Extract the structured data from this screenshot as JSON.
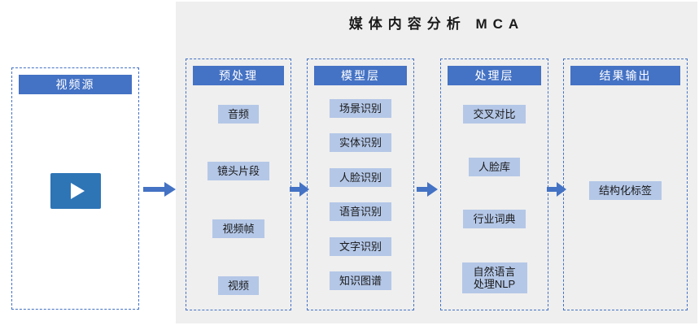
{
  "title": "媒体内容分析 MCA",
  "columns": [
    {
      "header": "视频源",
      "items": []
    },
    {
      "header": "预处理",
      "items": [
        "音频",
        "镜头片段",
        "视频帧",
        "视频"
      ]
    },
    {
      "header": "模型层",
      "items": [
        "场景识别",
        "实体识别",
        "人脸识别",
        "语音识别",
        "文字识别",
        "知识图谱"
      ]
    },
    {
      "header": "处理层",
      "items": [
        "交叉对比",
        "人脸库",
        "行业词典",
        "自然语言处理NLP"
      ]
    },
    {
      "header": "结果输出",
      "items": [
        "结构化标签"
      ]
    }
  ],
  "colors": {
    "header_bg": "#4472C4",
    "item_bg": "#B4C7E7",
    "dashed_border": "#4472C4",
    "panel_bg": "#EFEFEF",
    "arrow": "#4472C4",
    "play_button_bg": "#2E75B6"
  },
  "icons": {
    "play": "play-icon",
    "arrow": "flow-arrow-icon"
  }
}
